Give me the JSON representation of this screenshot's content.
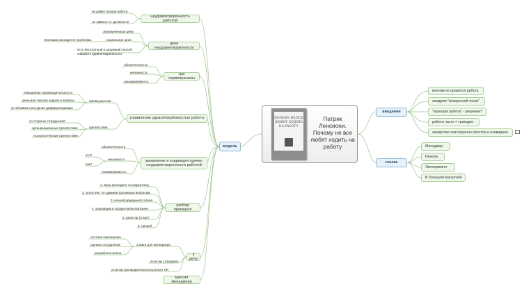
{
  "center": {
    "title": "Патрик Ленсиони. Почему не все любят ходить на работу",
    "book_cover": "ПОЧЕМУ НЕ ВСЕ ЛЮБЯТ ХОДИТЬ НА РАБОТУ"
  },
  "left_root": {
    "label": "модель"
  },
  "branches": [
    {
      "label": "неудовлетворённость работой",
      "children": [
        "не равно плохая работа",
        "не зависит от должности"
      ]
    },
    {
      "label": "цена неудовлетворённости",
      "children": [
        "экономическая цена",
        "социальная цена",
        "есть бесплатный и разумный способ повысить удовлетворённость!"
      ],
      "grandchildren": [
        "Волнами расходятся проблемы"
      ]
    },
    {
      "label": "три первопричины",
      "children": [
        "обезличенность",
        "ненужность",
        "неизмеряемость"
      ]
    },
    {
      "label": "управление удовлетворённостью работы",
      "children": [
        "преимущества",
        "препятствия"
      ],
      "grandchildren_a": [
        "повышение производительности",
        "меньшая текучка кадров и затраты",
        "устойчивая культурная дифференциация"
      ],
      "grandchildren_b": [
        "со стороны сотрудников",
        "организационные препятствия",
        "психологические препятствия"
      ]
    },
    {
      "label": "выявление и коррекция причин неудовлетворенности работой",
      "children": [
        "обезличенность",
        "ненужность",
        "неизмеряемость"
      ],
      "grandchildren": [
        "кто?",
        "как?"
      ]
    },
    {
      "label": "разбор примеров",
      "children": [
        "1. вице-президент по маркетингу",
        "2. ассистент по административным вопросам",
        "3. ночной дежурный в отеле",
        "4. упаковщик в продуктовом магазине",
        "5. риэлтор (спорт)",
        "6. прораб"
      ]
    },
    {
      "label": "к делу",
      "children": [
        "3 шага для менеджера",
        "если вы сотрудник...",
        "если вы руководитель/консультант HR"
      ],
      "grandchildren": [
        "честная самооценка",
        "оценка сотрудников",
        "разработка плана"
      ]
    },
    {
      "label": "миссия менеджера",
      "children": []
    }
  ],
  "right_branches": [
    {
      "label": "введение",
      "children": [
        "многим не нравится работа",
        "синдром \"воскресной тоски\"",
        "\"хорошая работа\" - решение?",
        "работа часто = трагедия",
        "лекарство снисхоронно простое и очевидное"
      ]
    },
    {
      "label": "сказка",
      "children": [
        "Менеджер",
        "Пеноля",
        "Эксперимент",
        "В большом масштабе"
      ]
    }
  ]
}
